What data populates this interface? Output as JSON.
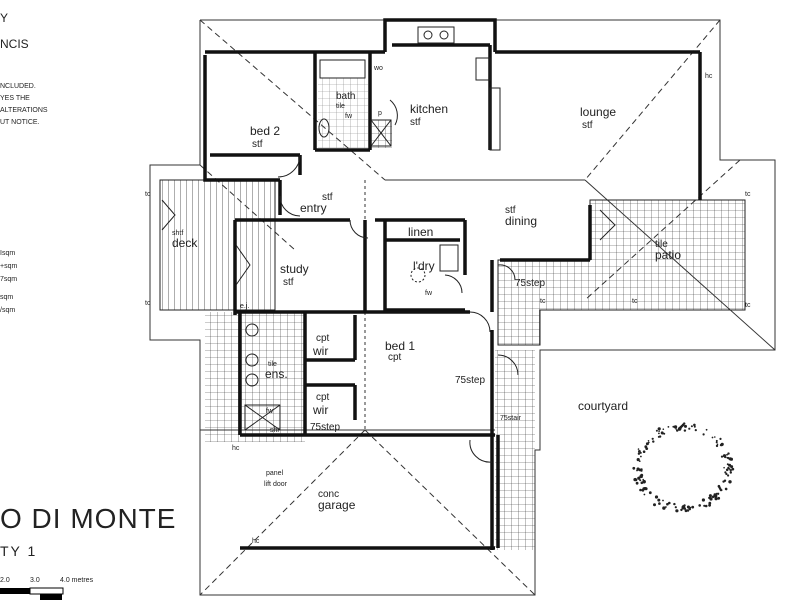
{
  "title_block": {
    "line1": "Y",
    "line2": "NCIS",
    "notes": [
      "NCLUDED.",
      "YES THE",
      "ALTERATIONS",
      "UT NOTICE."
    ],
    "areas": [
      "Isqm",
      "+sqm",
      "7sqm",
      "sqm",
      "/sqm"
    ],
    "project_name": "O DI MONTE",
    "project_sub": "TY 1",
    "scale_labels": [
      "2.0",
      "3.0",
      "4.0 metres"
    ]
  },
  "rooms": {
    "bed2": {
      "name": "bed 2",
      "finish": "stf"
    },
    "bath": {
      "name": "bath",
      "finish": "tile"
    },
    "kitchen": {
      "name": "kitchen",
      "finish": "stf"
    },
    "lounge": {
      "name": "lounge",
      "finish": "stf"
    },
    "entry": {
      "name": "entry",
      "finish": "stf"
    },
    "dining": {
      "name": "dining",
      "finish": "stf"
    },
    "deck": {
      "name": "deck",
      "finish": "shtf"
    },
    "study": {
      "name": "study",
      "finish": "stf"
    },
    "linen": {
      "name": "linen"
    },
    "ldry": {
      "name": "l'dry"
    },
    "patio": {
      "name": "patio",
      "finish": "tile"
    },
    "bed1": {
      "name": "bed 1",
      "finish": "cpt"
    },
    "ens": {
      "name": "ens.",
      "finish": "tile"
    },
    "wir1": {
      "name": "wir",
      "finish": "cpt"
    },
    "wir2": {
      "name": "wir",
      "finish": "cpt"
    },
    "courtyard": {
      "name": "courtyard"
    },
    "garage": {
      "name": "garage",
      "finish": "conc"
    }
  },
  "annotations": {
    "wo": "wo",
    "fw": "fw",
    "p": "p",
    "hc": "hc",
    "tc": "tc",
    "ej": "e.j.",
    "step75": "75step",
    "stair75": "75stair",
    "shr": "shr",
    "panel_door": [
      "panel",
      "lift door"
    ]
  }
}
